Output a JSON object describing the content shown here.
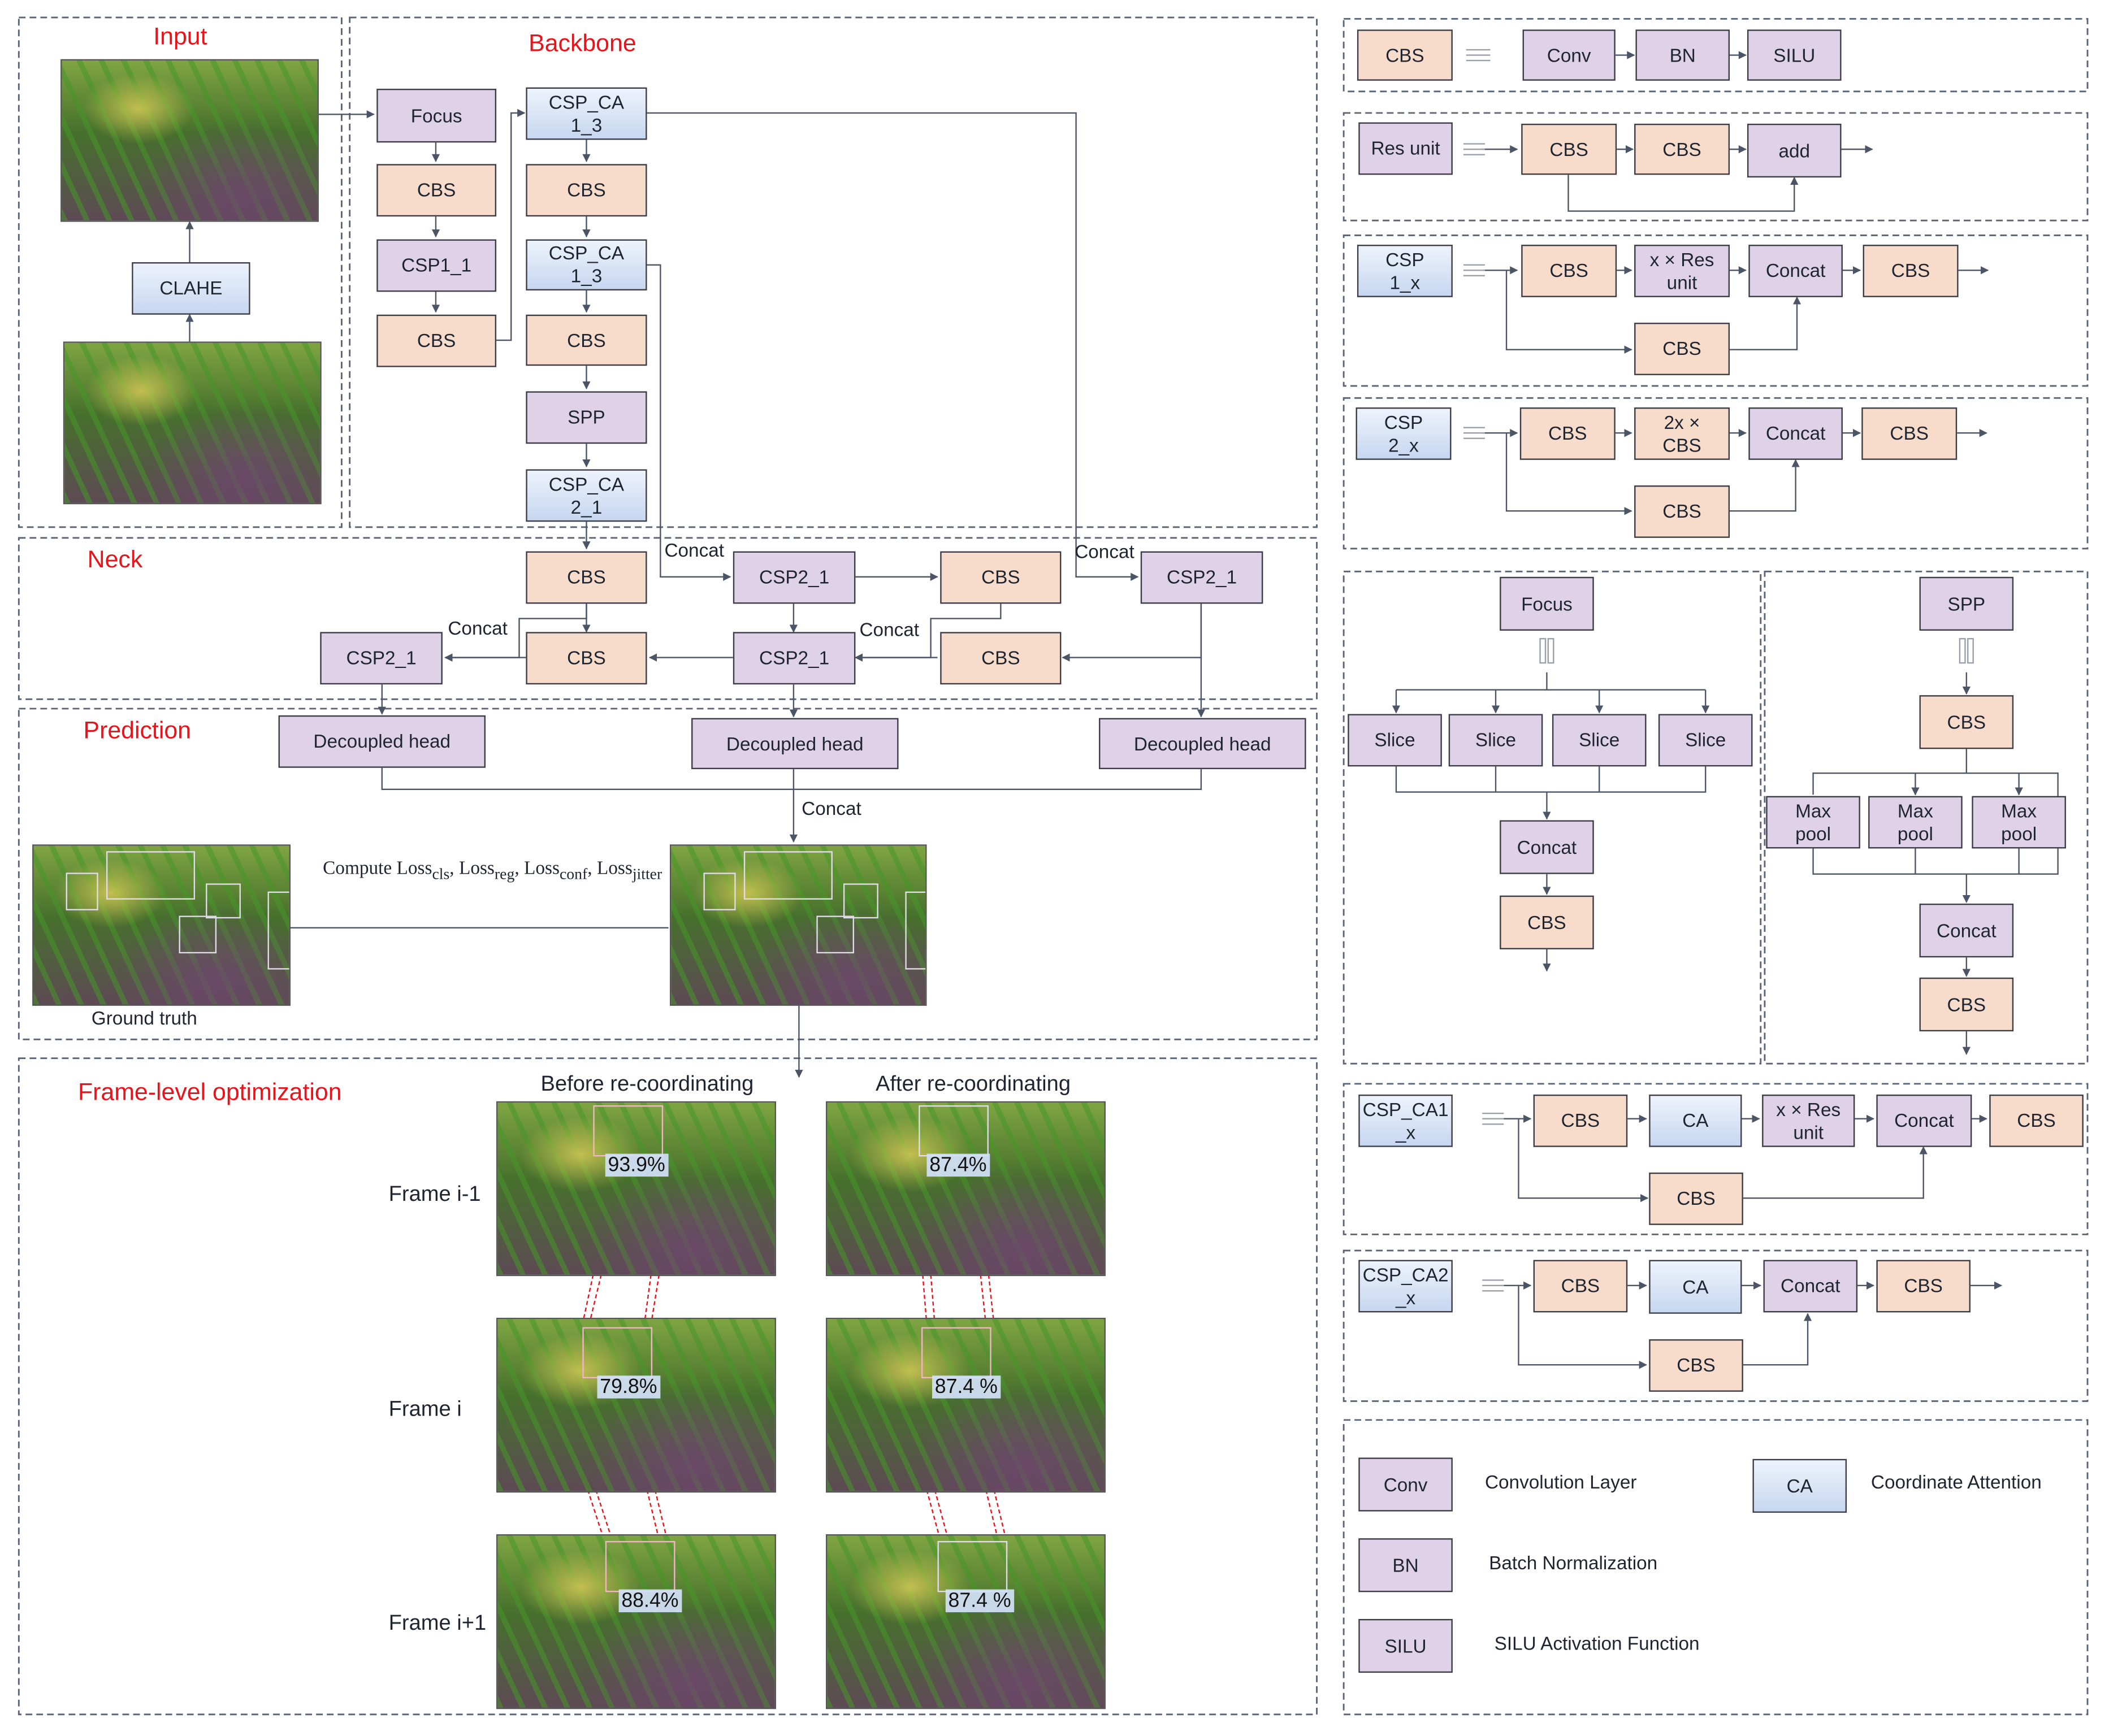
{
  "titles": {
    "input": "Input",
    "backbone": "Backbone",
    "neck": "Neck",
    "prediction": "Prediction",
    "frame_opt": "Frame-level optimization"
  },
  "input": {
    "clahe": "CLAHE"
  },
  "backbone": {
    "focus": "Focus",
    "cbs": "CBS",
    "csp1_1": "CSP1_1",
    "csp_ca1_3": "CSP_CA\n1_3",
    "spp": "SPP",
    "csp_ca2_1": "CSP_CA\n2_1"
  },
  "neck": {
    "cbs": "CBS",
    "csp2_1": "CSP2_1",
    "concat": "Concat"
  },
  "prediction": {
    "decoupled_head": "Decoupled head",
    "concat": "Concat",
    "compute_loss_prefix": "Compute Loss",
    "loss_terms": [
      {
        "sub": "cls",
        "sep": ", "
      },
      {
        "sub": "reg",
        "sep": ", "
      },
      {
        "sub": "conf",
        "sep": ", "
      },
      {
        "sub": "jitter",
        "sep": ""
      }
    ],
    "loss_word": "Loss",
    "ground_truth": "Ground truth"
  },
  "frame_opt": {
    "before": "Before re-coordinating",
    "after": "After re-coordinating",
    "frames": [
      "Frame i-1",
      "Frame i",
      "Frame i+1"
    ],
    "before_scores": [
      "93.9%",
      "79.8%",
      "88.4%"
    ],
    "after_scores": [
      "87.4%",
      "87.4 %",
      "87.4 %"
    ]
  },
  "modules": {
    "cbs_def": {
      "name": "CBS",
      "parts": [
        "Conv",
        "BN",
        "SILU"
      ]
    },
    "res_unit": {
      "name": "Res unit",
      "parts": [
        "CBS",
        "CBS",
        "add"
      ]
    },
    "csp1_x": {
      "name": "CSP\n1_x",
      "parts": [
        "CBS",
        "x × Res\nunit",
        "Concat",
        "CBS",
        "CBS"
      ]
    },
    "csp2_x": {
      "name": "CSP\n2_x",
      "parts": [
        "CBS",
        "2x ×\nCBS",
        "Concat",
        "CBS",
        "CBS"
      ]
    },
    "focus": {
      "name": "Focus",
      "slice": "Slice",
      "concat": "Concat",
      "cbs": "CBS"
    },
    "spp": {
      "name": "SPP",
      "cbs": "CBS",
      "maxpool": "Max\npool",
      "concat": "Concat"
    },
    "csp_ca1_x": {
      "name": "CSP_CA1\n_x",
      "parts": [
        "CBS",
        "CA",
        "x × Res\nunit",
        "Concat",
        "CBS",
        "CBS"
      ]
    },
    "csp_ca2_x": {
      "name": "CSP_CA2\n_x",
      "parts": [
        "CBS",
        "CA",
        "Concat",
        "CBS",
        "CBS"
      ]
    }
  },
  "legend": [
    {
      "key": "Conv",
      "desc": "Convolution Layer"
    },
    {
      "key": "BN",
      "desc": "Batch Normalization"
    },
    {
      "key": "SILU",
      "desc": "SILU Activation Function"
    },
    {
      "key": "CA",
      "desc": "Coordinate Attention"
    }
  ],
  "colors": {
    "peach": "#f8dccb",
    "lavender": "#dfd1e8",
    "blue": "#c6d7f0",
    "title_red": "#e8141b",
    "arrow": "#4b5566",
    "dash_border": "#5b6475"
  }
}
